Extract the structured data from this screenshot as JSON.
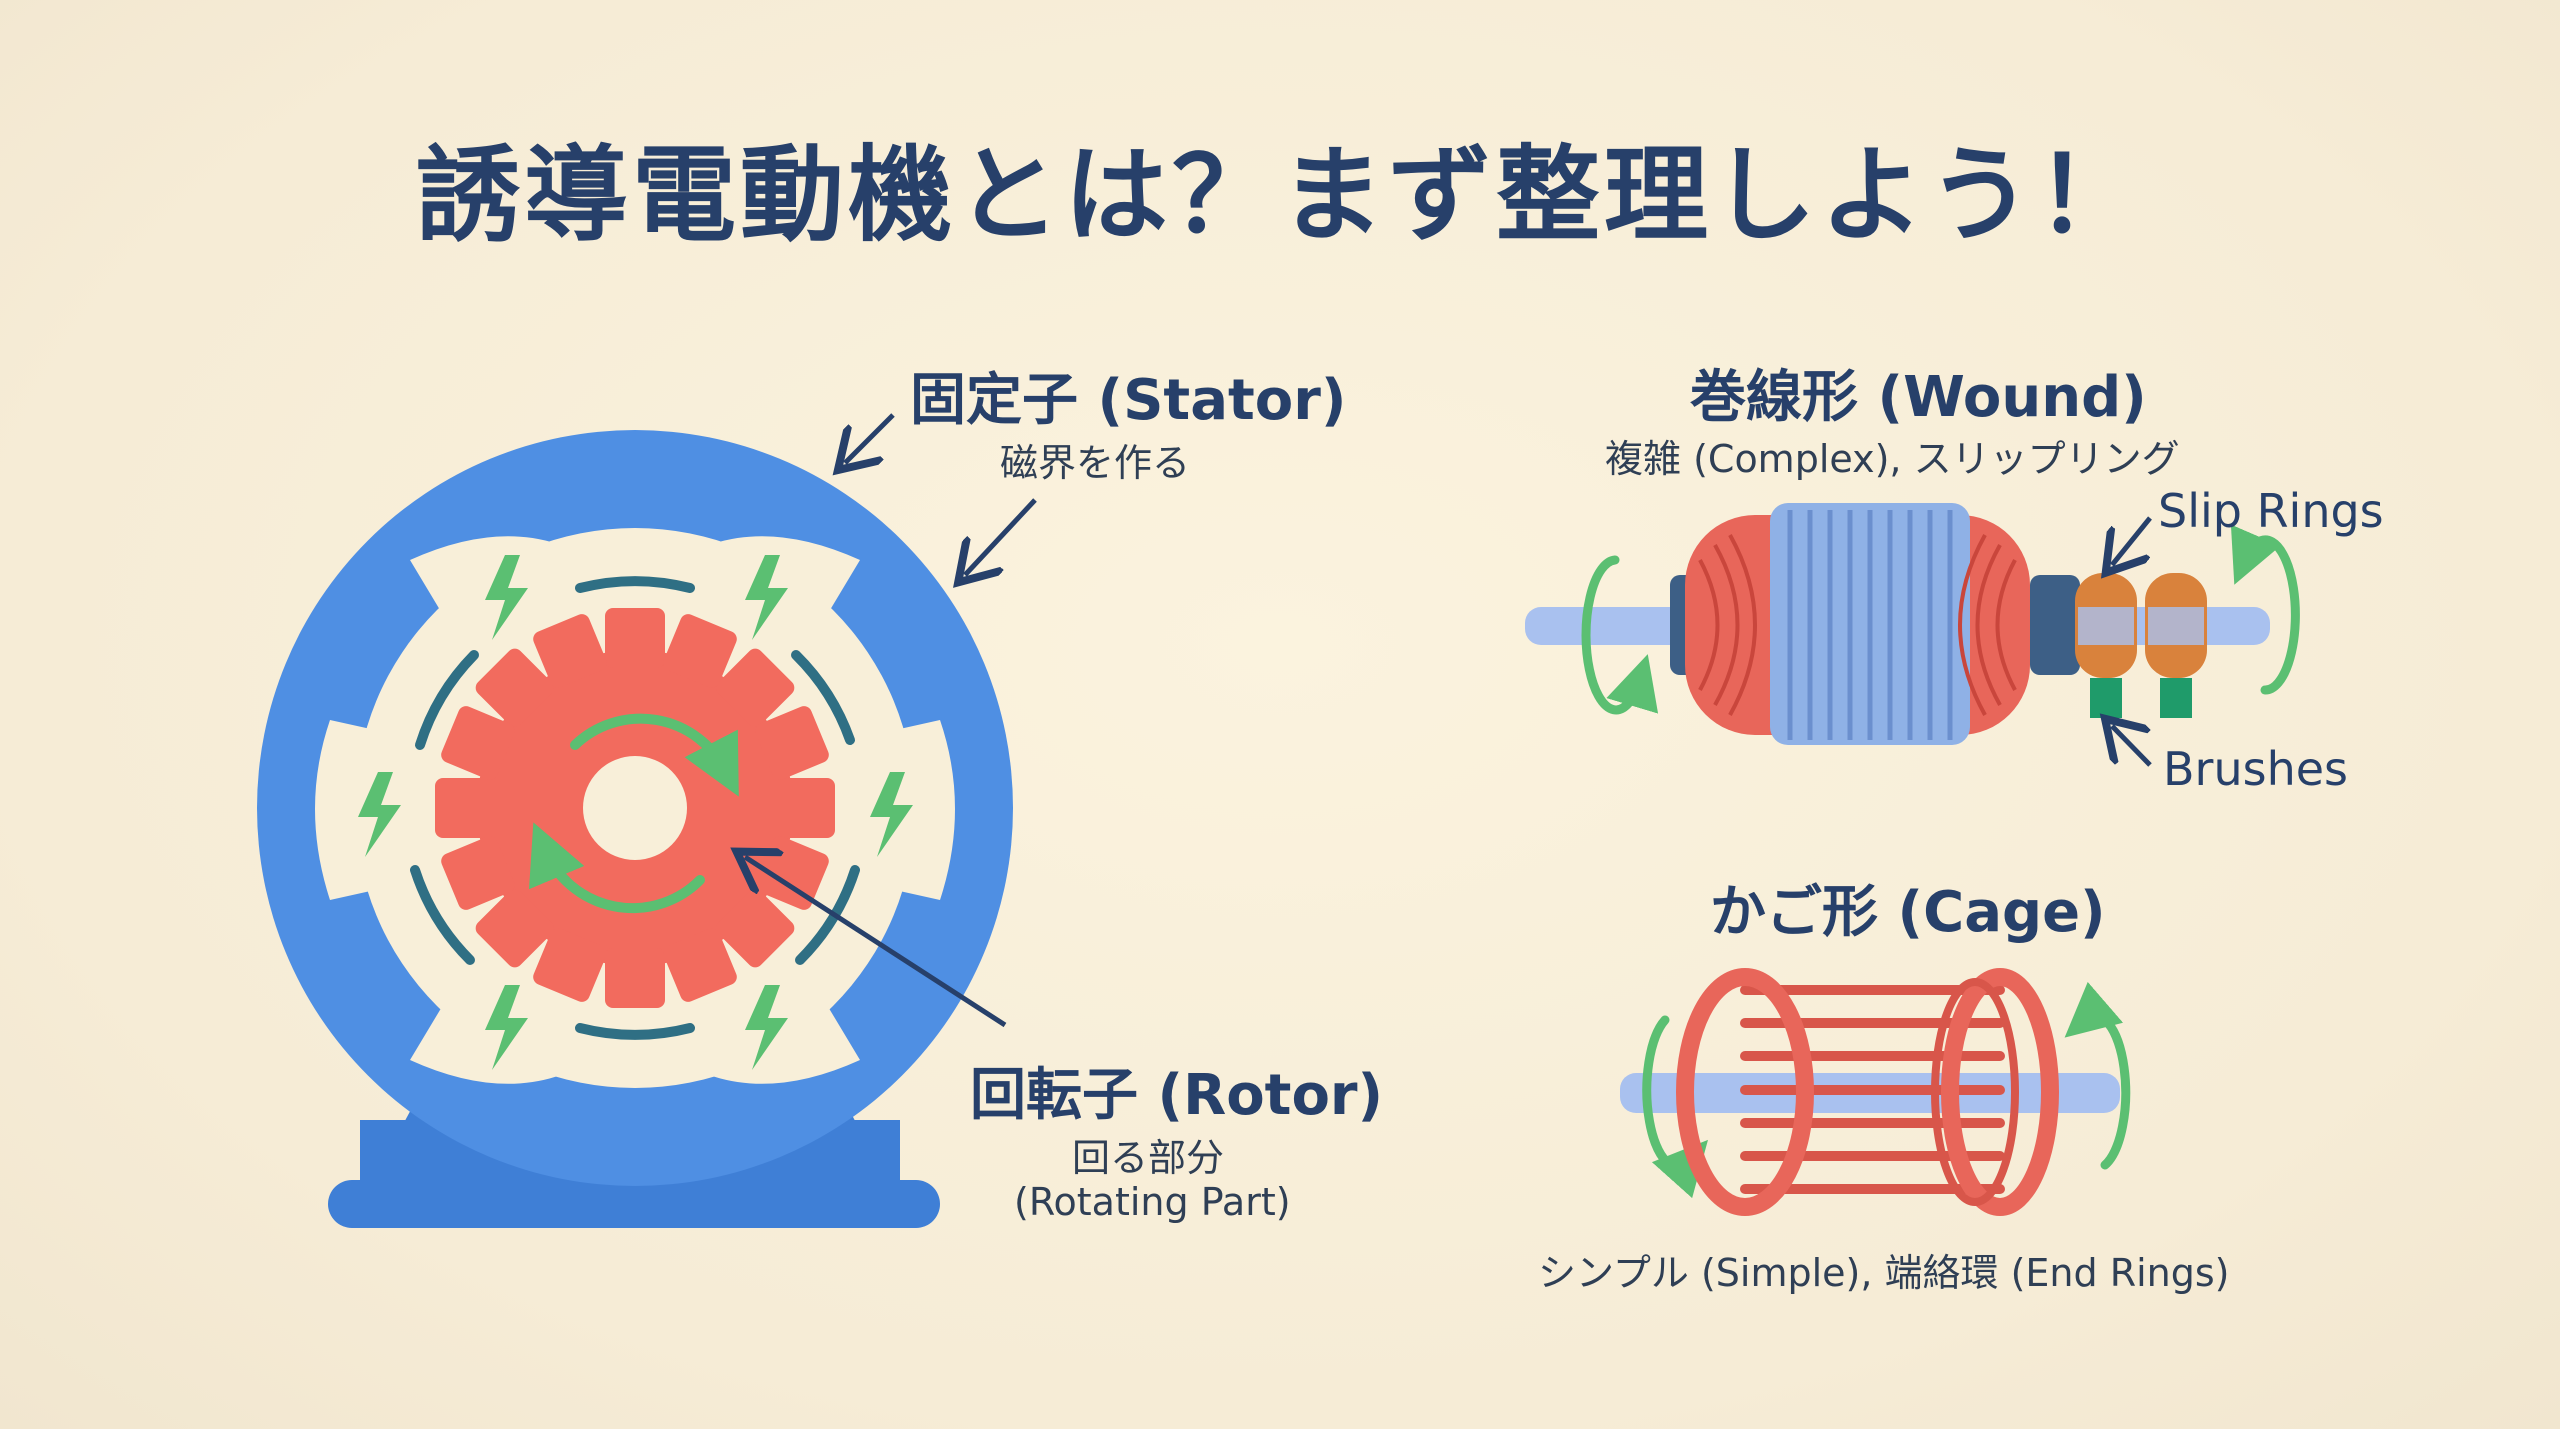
{
  "title": "誘導電動機とは？まず整理しよう！",
  "stator": {
    "label": "固定子 (Stator)",
    "sub": "磁界を作る"
  },
  "rotor": {
    "label": "回転子 (Rotor)",
    "sub1": "回る部分",
    "sub2": "(Rotating Part)"
  },
  "wound": {
    "label": "巻線形 (Wound)",
    "sub": "複雑 (Complex), スリップリング",
    "slip_rings": "Slip Rings",
    "brushes": "Brushes"
  },
  "cage": {
    "label": "かご形 (Cage)",
    "sub": "シンプル (Simple), 端絡環 (End Rings)"
  },
  "colors": {
    "navy": "#27406a",
    "stator_blue": "#4f8fe3",
    "rotor_red": "#f26b5e",
    "arrow_green": "#5bbf72",
    "cream": "#f8efd9",
    "slip_orange": "#d9823c",
    "brush_green": "#1f9b6a",
    "shaft": "#a9c1ef"
  },
  "icons": [
    "arrow-icon",
    "lightning-icon",
    "rotation-arrow-icon",
    "gear-icon"
  ]
}
